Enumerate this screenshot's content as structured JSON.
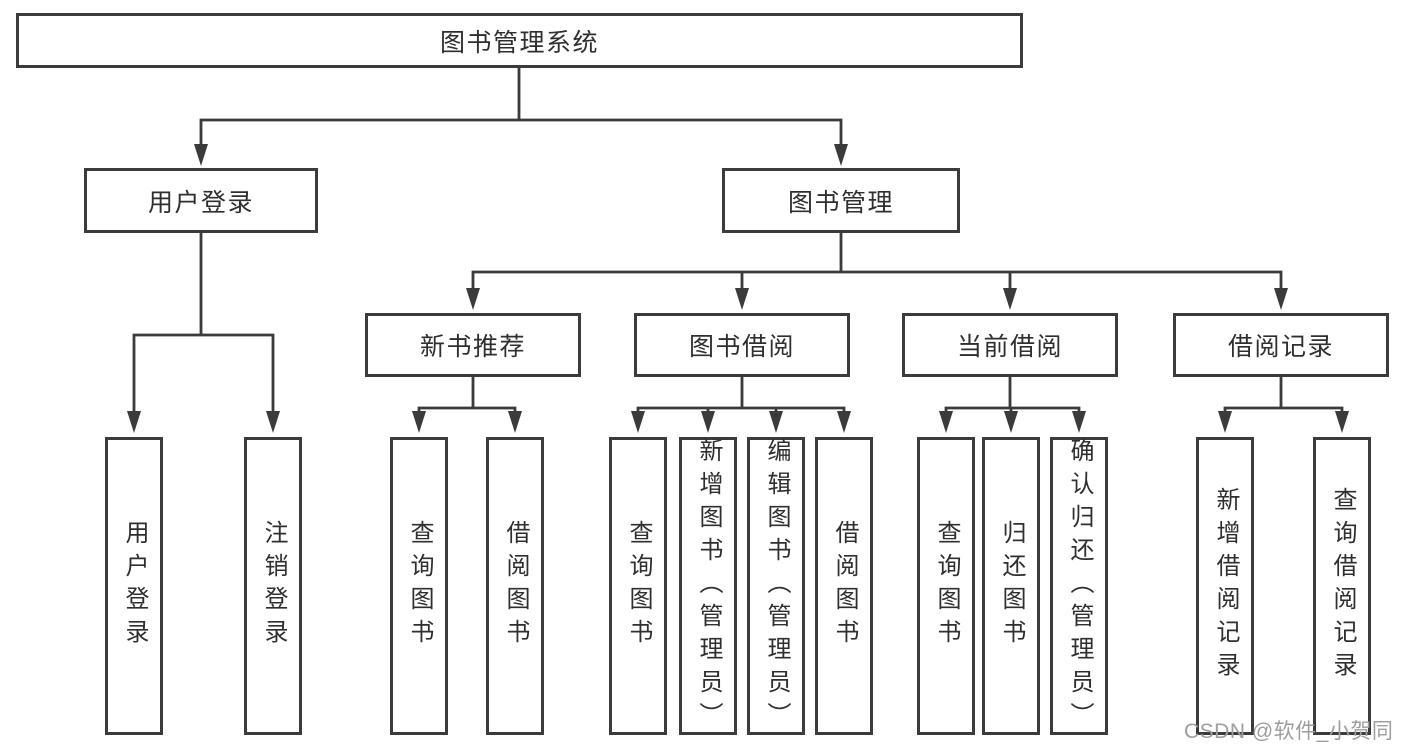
{
  "page": {
    "background": "#ffffff",
    "line_color": "#3b3b3b",
    "box_fill": "#ffffff",
    "text_color": "#2f2f2f",
    "watermark": "CSDN @软件_小贺同学",
    "watermark_color": "#9e9e9e"
  },
  "diagram": {
    "type": "hierarchy-tree",
    "tree": {
      "label": "图书管理系统",
      "children": [
        {
          "label": "用户登录",
          "children": [
            {
              "label": "用户登录"
            },
            {
              "label": "注销登录"
            }
          ]
        },
        {
          "label": "图书管理",
          "children": [
            {
              "label": "新书推荐",
              "children": [
                {
                  "label": "查询图书"
                },
                {
                  "label": "借阅图书"
                }
              ]
            },
            {
              "label": "图书借阅",
              "children": [
                {
                  "label": "查询图书"
                },
                {
                  "label": "新增图书（管理员）"
                },
                {
                  "label": "编辑图书（管理员）"
                },
                {
                  "label": "借阅图书"
                }
              ]
            },
            {
              "label": "当前借阅",
              "children": [
                {
                  "label": "查询图书"
                },
                {
                  "label": "归还图书"
                },
                {
                  "label": "确认归还（管理员）"
                }
              ]
            },
            {
              "label": "借阅记录",
              "children": [
                {
                  "label": "新增借阅记录"
                },
                {
                  "label": "查询借阅记录"
                }
              ]
            }
          ]
        }
      ]
    }
  }
}
